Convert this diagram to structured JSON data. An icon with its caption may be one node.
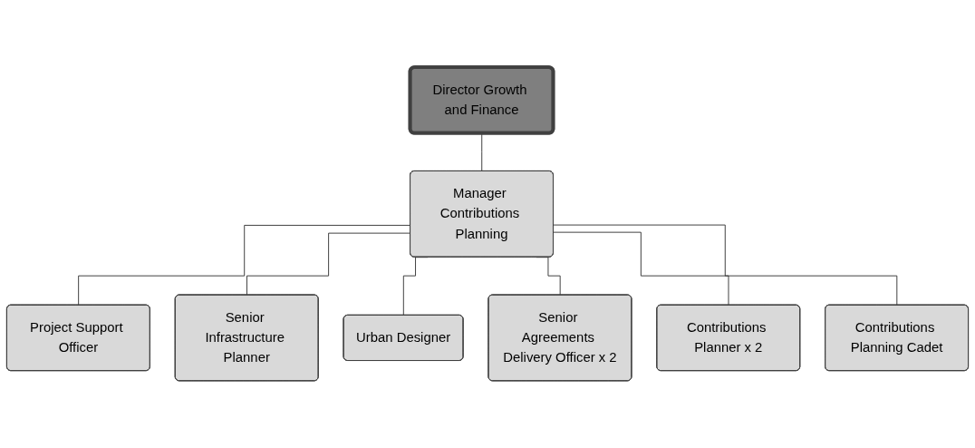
{
  "diagram": {
    "nodes": [
      {
        "text": [
          "Director Growth and Finance"
        ]
      },
      {
        "text": [
          "Manager Contributions Planning"
        ]
      },
      {
        "text": [
          "Project Support Officer"
        ]
      },
      {
        "text": [
          "Senior Infrastructure Planner"
        ]
      },
      {
        "text": [
          "Urban Designer"
        ]
      },
      {
        "text": [
          "Senior Agreements Delivery Officer x 2"
        ]
      },
      {
        "text": [
          "Contributions Planner x 2"
        ]
      },
      {
        "text": [
          "Contributions Planning Cadet"
        ]
      }
    ],
    "edges": [
      {
        "from": 0,
        "to": 1,
        "arrow": "none"
      },
      {
        "from": 1,
        "to": 2,
        "arrow": "none"
      },
      {
        "from": 1,
        "to": 3,
        "arrow": "none"
      },
      {
        "from": 1,
        "to": 4,
        "arrow": "none"
      },
      {
        "from": 1,
        "to": 5,
        "arrow": "none"
      },
      {
        "from": 1,
        "to": 6,
        "arrow": "none"
      },
      {
        "from": 1,
        "to": 7,
        "arrow": "none"
      }
    ]
  }
}
